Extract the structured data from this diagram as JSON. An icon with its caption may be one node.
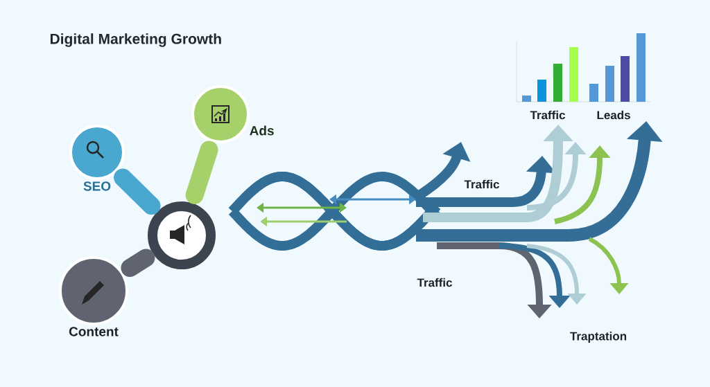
{
  "diagram": {
    "title": "Digital Marketing Growth",
    "nodes": [
      {
        "text": [
          "SEO"
        ]
      },
      {
        "text": [
          "Ads"
        ]
      },
      {
        "text": [
          "Content"
        ]
      },
      {
        "text": [],
        "shape": "circle"
      }
    ],
    "edges": [
      {
        "from": 0,
        "to": 3,
        "arrow": "none",
        "color": "#4aa8d0"
      },
      {
        "from": 1,
        "to": 3,
        "arrow": "none",
        "color": "#a6d06a"
      },
      {
        "from": 2,
        "to": 3,
        "arrow": "none",
        "color": "#5f6470"
      }
    ],
    "labels": [
      "Traffic",
      "Leads",
      "Traffic",
      "Traffic",
      "Traptation"
    ]
  }
}
